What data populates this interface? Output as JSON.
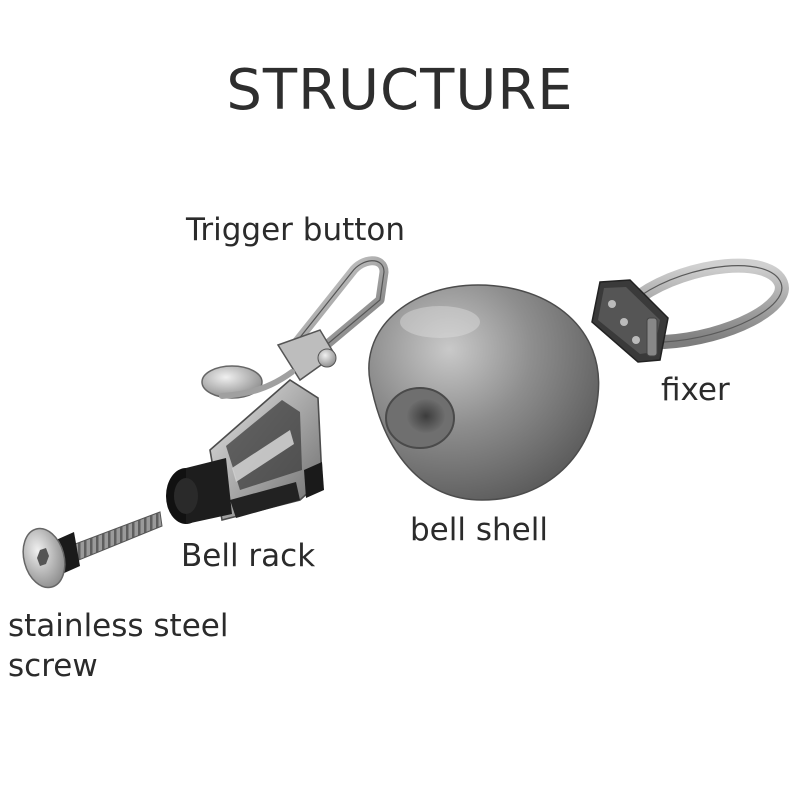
{
  "title": "STRUCTURE",
  "labels": {
    "trigger_button": "Trigger button",
    "fixer": "fixer",
    "bell_shell": "bell shell",
    "bell_rack": "Bell rack",
    "screw_line1": "stainless steel",
    "screw_line2": "screw"
  },
  "colors": {
    "background": "#ffffff",
    "text": "#2b2b2b",
    "metal_light": "#d9d9d9",
    "metal_dark": "#5a5a5a",
    "rubber": "#1c1c1c"
  }
}
